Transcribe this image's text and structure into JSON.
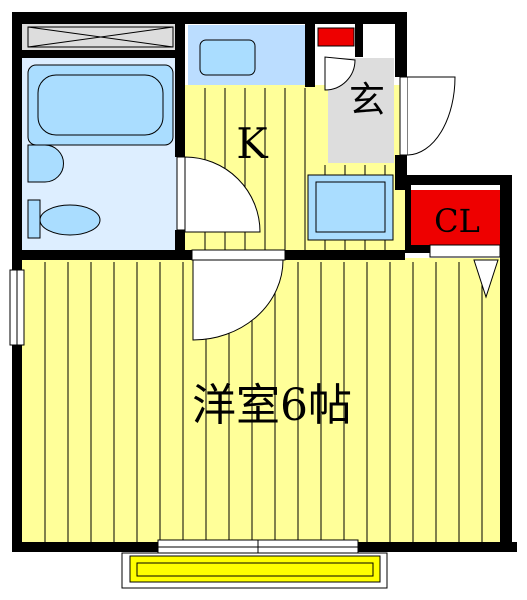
{
  "floorplan": {
    "rooms": {
      "western_room": {
        "label": "洋室6帖",
        "fill": "#FFFF99"
      },
      "kitchen": {
        "label": "K",
        "fill": "#FFFF99"
      },
      "entrance": {
        "label": "玄",
        "fill": "#DDDDDD"
      },
      "closet": {
        "label": "CL",
        "fill": "#EE0000"
      }
    },
    "colors": {
      "wall": "#000000",
      "floor_stripe": "#000000",
      "bath_fill": "#DDEEFF",
      "fixture_fill": "#AADDFF",
      "balcony_fill": "#FFFF00",
      "floor_fill": "#FFFF99"
    }
  }
}
